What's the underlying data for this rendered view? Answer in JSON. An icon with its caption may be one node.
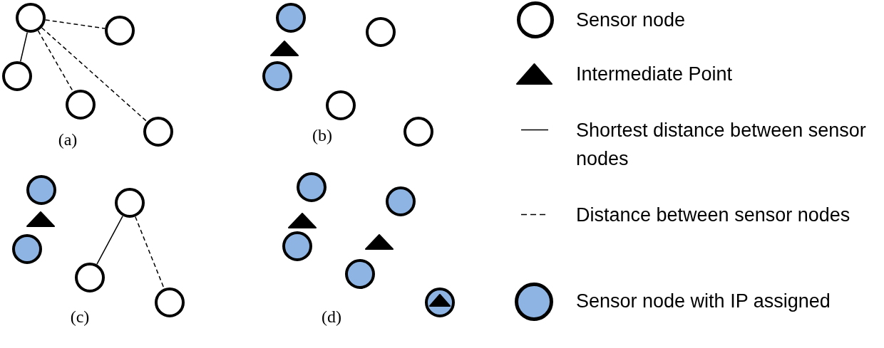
{
  "diagram": {
    "nodes": [
      {
        "text": [],
        "shape": "circle"
      },
      {
        "text": [],
        "shape": "circle"
      },
      {
        "text": [],
        "shape": "circle"
      },
      {
        "text": [],
        "shape": "circle"
      },
      {
        "text": [],
        "shape": "circle"
      },
      {
        "text": [],
        "shape": "circle"
      },
      {
        "text": [],
        "shape": "circle"
      },
      {
        "text": [],
        "shape": "triangle"
      },
      {
        "text": [],
        "shape": "circle"
      },
      {
        "text": [],
        "shape": "circle"
      },
      {
        "text": [],
        "shape": "circle"
      },
      {
        "text": [],
        "shape": "circle"
      },
      {
        "text": [],
        "shape": "circle"
      },
      {
        "text": [],
        "shape": "triangle"
      },
      {
        "text": [],
        "shape": "circle"
      },
      {
        "text": [],
        "shape": "circle"
      },
      {
        "text": [],
        "shape": "circle"
      },
      {
        "text": [],
        "shape": "circle"
      },
      {
        "text": [],
        "shape": "circle"
      },
      {
        "text": [],
        "shape": "triangle"
      },
      {
        "text": [],
        "shape": "triangle"
      },
      {
        "text": [],
        "shape": "circle"
      },
      {
        "text": [],
        "shape": "circle"
      },
      {
        "text": [],
        "shape": "circle"
      },
      {
        "text": [],
        "shape": "triangle",
        "in": 23
      }
    ],
    "edges": [
      {
        "from": 0,
        "to": 2,
        "arrow": "none"
      },
      {
        "from": 0,
        "to": 1,
        "arrow": "none",
        "style": "dashed"
      },
      {
        "from": 0,
        "to": 3,
        "arrow": "none",
        "style": "dashed"
      },
      {
        "from": 0,
        "to": 4,
        "arrow": "none",
        "style": "dashed"
      },
      {
        "from": 12,
        "to": 15,
        "arrow": "none"
      },
      {
        "from": 12,
        "to": 16,
        "arrow": "none",
        "style": "dashed"
      }
    ],
    "labels": [
      "(a)",
      "(b)",
      "(c)",
      "(d)"
    ],
    "legend": [
      {
        "text": "Sensor node"
      },
      {
        "text": "Intermediate Point"
      },
      {
        "text": "Shortest distance between sensor nodes"
      },
      {
        "text": "Distance between sensor nodes"
      },
      {
        "text": "Sensor node with IP assigned"
      }
    ]
  }
}
